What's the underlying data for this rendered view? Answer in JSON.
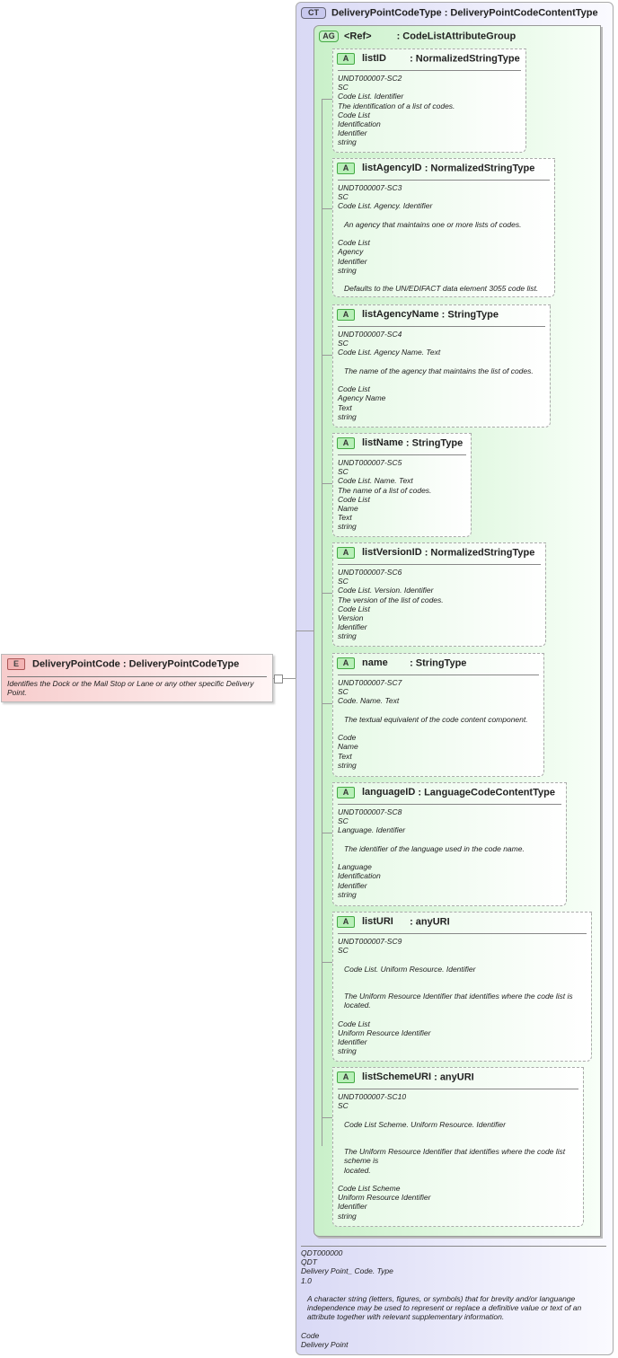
{
  "element": {
    "badge": "E",
    "title": "DeliveryPointCode : DeliveryPointCodeType",
    "description": "Identifies the Dock or the Mail Stop or Lane or any other specific Delivery Point."
  },
  "complex_type": {
    "badge": "CT",
    "title": "DeliveryPointCodeType : DeliveryPointCodeContentType",
    "footer": [
      "QDT000000",
      "QDT",
      "Delivery Point_ Code. Type",
      "1.0",
      "",
      "  A character string (letters, figures, or symbols) that for brevity and/or languange independence may be used to represent or replace a definitive value or text of an attribute together with relevant supplementary information.",
      "",
      "Code",
      "Delivery Point"
    ]
  },
  "attribute_group": {
    "badge": "AG",
    "ref": "<Ref>",
    "type": ": CodeListAttributeGroup"
  },
  "attributes": [
    {
      "badge": "A",
      "name": "listID",
      "type": ": NormalizedStringType",
      "lines": [
        "UNDT000007-SC2",
        "SC",
        "Code List. Identifier",
        "The identification of a list of codes.",
        "Code List",
        "Identification",
        "Identifier",
        "string"
      ]
    },
    {
      "badge": "A",
      "name": "listAgencyID",
      "type": ": NormalizedStringType",
      "lines": [
        "UNDT000007-SC3",
        "SC",
        "Code List. Agency. Identifier",
        "",
        "  An agency that maintains one or more lists of codes.",
        "",
        "Code List",
        "Agency",
        "Identifier",
        "string",
        "",
        "  Defaults to the UN/EDIFACT data element 3055 code list."
      ]
    },
    {
      "badge": "A",
      "name": "listAgencyName",
      "type": ": StringType",
      "lines": [
        "UNDT000007-SC4",
        "SC",
        "Code List. Agency Name. Text",
        "",
        "  The name of the agency that maintains the list of codes.",
        "",
        "Code List",
        "Agency Name",
        "Text",
        "string"
      ]
    },
    {
      "badge": "A",
      "name": "listName",
      "type": ": StringType",
      "lines": [
        "UNDT000007-SC5",
        "SC",
        "Code List. Name. Text",
        "The name of a list of codes.",
        "Code List",
        "Name",
        "Text",
        "string"
      ]
    },
    {
      "badge": "A",
      "name": "listVersionID",
      "type": ": NormalizedStringType",
      "lines": [
        "UNDT000007-SC6",
        "SC",
        "Code List. Version. Identifier",
        "The version of the list of codes.",
        "Code List",
        "Version",
        "Identifier",
        "string"
      ]
    },
    {
      "badge": "A",
      "name": "name",
      "type": ": StringType",
      "lines": [
        "UNDT000007-SC7",
        "SC",
        "Code. Name. Text",
        "",
        "  The textual equivalent of the code content component.",
        "",
        "Code",
        "Name",
        "Text",
        "string"
      ]
    },
    {
      "badge": "A",
      "name": "languageID",
      "type": ": LanguageCodeContentType",
      "lines": [
        "UNDT000007-SC8",
        "SC",
        "Language. Identifier",
        "",
        "  The identifier of the language used in the code name.",
        "",
        "Language",
        "Identification",
        "Identifier",
        "string"
      ]
    },
    {
      "badge": "A",
      "name": "listURI",
      "type": ": anyURI",
      "lines": [
        "UNDT000007-SC9",
        "SC",
        "",
        "  Code List. Uniform Resource. Identifier",
        "",
        "",
        "  The Uniform Resource Identifier that identifies where the code list is located.",
        "",
        "Code List",
        "Uniform Resource Identifier",
        "Identifier",
        "string"
      ]
    },
    {
      "badge": "A",
      "name": "listSchemeURI",
      "type": ": anyURI",
      "lines": [
        "UNDT000007-SC10",
        "SC",
        "",
        "  Code List Scheme. Uniform Resource. Identifier",
        "",
        "",
        "  The Uniform Resource Identifier that identifies where the code list scheme is",
        "  located.",
        "",
        "Code List Scheme",
        "Uniform Resource Identifier",
        "Identifier",
        "string"
      ]
    }
  ]
}
